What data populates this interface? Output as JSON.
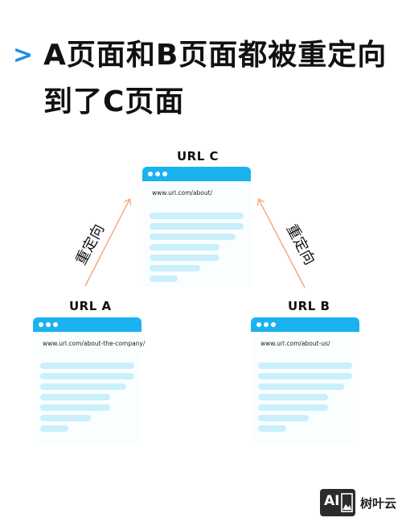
{
  "title": {
    "chevron": ">",
    "text": "A页面和B页面都被重定向到了C页面"
  },
  "pages": {
    "c": {
      "label": "URL C",
      "url": "www.url.com/about/"
    },
    "a": {
      "label": "URL A",
      "url": "www.url.com/about-the-company/"
    },
    "b": {
      "label": "URL B",
      "url": "www.url.com/about-us/"
    }
  },
  "redirects": {
    "left_label": "重定向",
    "right_label": "重定向"
  },
  "brand": {
    "logo_text": "AI",
    "name": "树叶云"
  },
  "colors": {
    "accent": "#1c8ce8",
    "browser_bar": "#1ab3f0",
    "content_line": "#c9f0fb",
    "arrow": "#f3a37c"
  }
}
